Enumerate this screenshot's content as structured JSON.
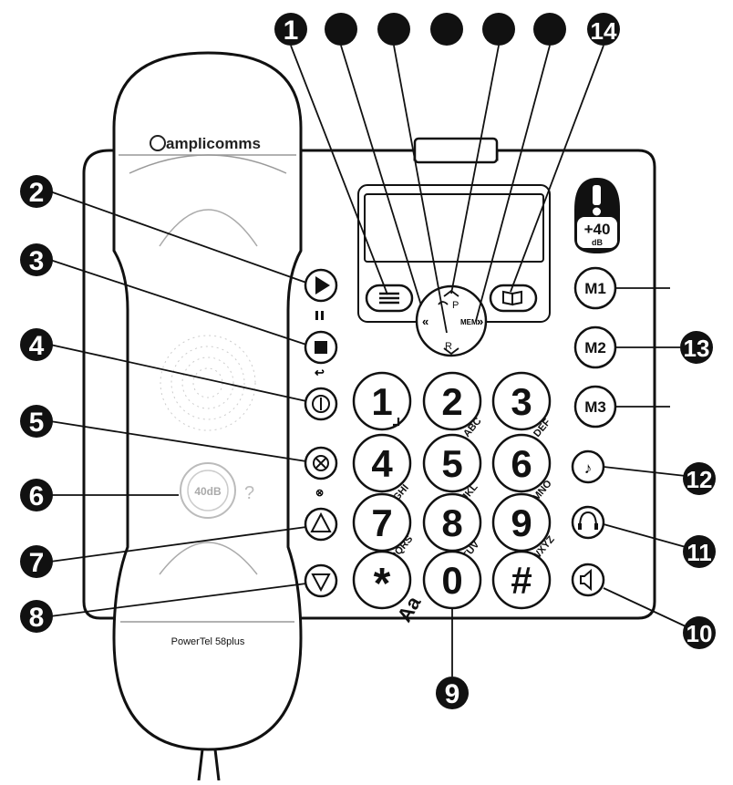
{
  "brand": {
    "name": "amplicomms",
    "model": "PowerTel 58plus"
  },
  "boost": {
    "value": "+40",
    "unit": "dB"
  },
  "handset_boost": "40dB",
  "nav": {
    "top": "P",
    "bottom": "R",
    "right": "MEM"
  },
  "keypad": [
    {
      "digit": "1",
      "letters": ""
    },
    {
      "digit": "2",
      "letters": "ABC"
    },
    {
      "digit": "3",
      "letters": "DEF"
    },
    {
      "digit": "4",
      "letters": "GHI"
    },
    {
      "digit": "5",
      "letters": "JKL"
    },
    {
      "digit": "6",
      "letters": "MNO"
    },
    {
      "digit": "7",
      "letters": "PQRS"
    },
    {
      "digit": "8",
      "letters": "TUV"
    },
    {
      "digit": "9",
      "letters": "WXYZ"
    },
    {
      "digit": "*",
      "letters": "Aa"
    },
    {
      "digit": "0",
      "letters": ""
    },
    {
      "digit": "#",
      "letters": ""
    }
  ],
  "memory_keys": [
    "M1",
    "M2",
    "M3"
  ],
  "callouts": {
    "c1": "1",
    "blank_a": "",
    "blank_b": "",
    "blank_c": "",
    "blank_d": "",
    "blank_e": "",
    "c14": "14",
    "c2": "2",
    "c3": "3",
    "c4": "4",
    "c5": "5",
    "c6": "6",
    "c7": "7",
    "c8": "8",
    "c9": "9",
    "c10": "10",
    "c11": "11",
    "c12": "12",
    "c13": "13"
  },
  "icons": [
    "play-icon",
    "pause-icon",
    "stop-icon",
    "power-icon",
    "mute-icon",
    "volume-up-icon",
    "volume-down-icon",
    "menu-icon",
    "phonebook-icon",
    "melody-icon",
    "headset-icon",
    "speaker-icon",
    "ear-icon",
    "redial-icon"
  ]
}
